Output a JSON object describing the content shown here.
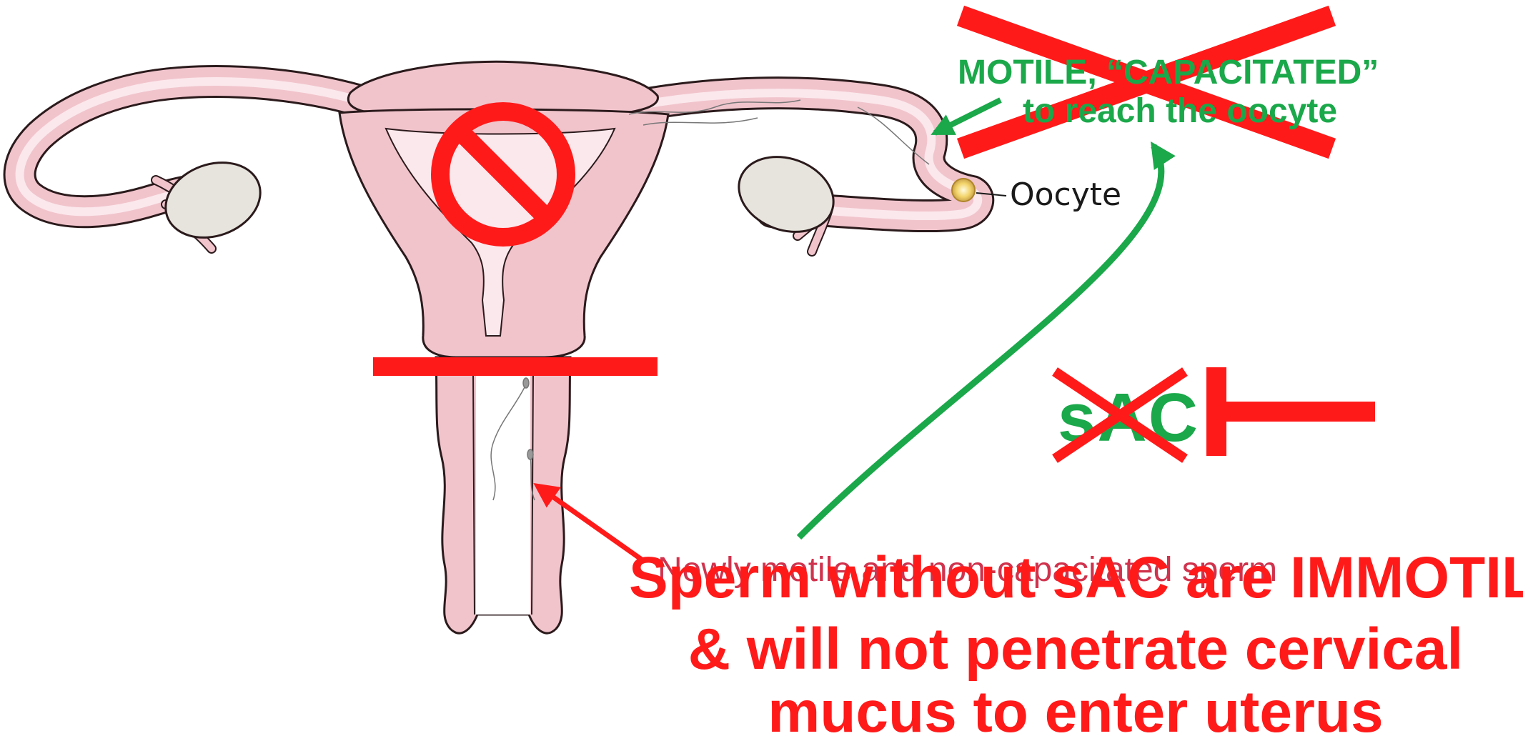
{
  "labels": {
    "oocyte": "Oocyte",
    "motile_line1": "MOTILE, “CAPACITATED”",
    "motile_line2": "to reach the oocyte",
    "sac": "sAC",
    "ghost": "Newly motile and non-capacitated sperm",
    "main_line1": "Sperm without sAC are IMMOTILE",
    "main_line2": "& will not penetrate cervical",
    "main_line3": "mucus to enter uterus"
  },
  "colors": {
    "uterus_fill": "#f1c4cc",
    "uterus_highlight": "#fbe8ec",
    "uterus_outline": "#2b1a1c",
    "ovary_fill": "#e6e4dc",
    "green_arrow": "#1aa84a",
    "red": "#ff1a1a"
  },
  "icons": [
    "prohibition-icon",
    "big-red-x",
    "small-red-x",
    "inhibition-bar",
    "red-arrow",
    "green-curved-arrow",
    "green-small-arrow"
  ]
}
